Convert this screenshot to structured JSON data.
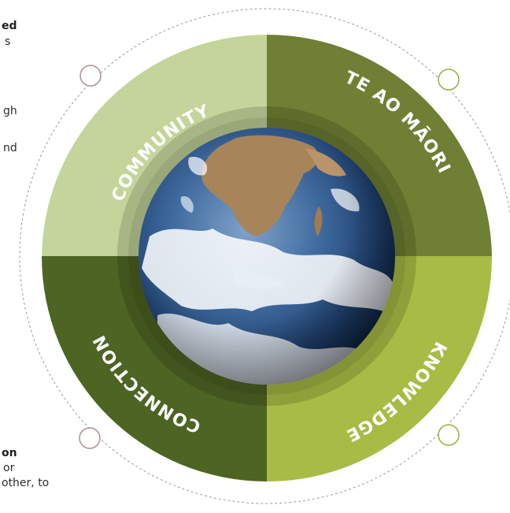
{
  "left_text_top": [
    {
      "text": "ed",
      "bold": true
    },
    {
      "text": "s",
      "bold": false
    },
    {
      "text": "",
      "bold": false
    },
    {
      "text": "",
      "bold": false
    },
    {
      "text": "gh",
      "bold": false
    },
    {
      "text": "",
      "bold": false
    },
    {
      "text": "nd",
      "bold": false
    }
  ],
  "left_text_bottom": [
    {
      "text": "on",
      "bold": true
    },
    {
      "text": "or",
      "bold": false
    },
    {
      "text": "other, to",
      "bold": false
    }
  ],
  "quadrants": [
    {
      "id": "community",
      "label": "COMMUNITY",
      "color": "#c4d49a"
    },
    {
      "id": "te-ao-maori",
      "label": "TE AO MĀORI",
      "color": "#6f7f34"
    },
    {
      "id": "knowledge",
      "label": "KNOWLEDGE",
      "color": "#a7bb45"
    },
    {
      "id": "connection",
      "label": "CONNECTION",
      "color": "#4e6423"
    }
  ],
  "node_colors": {
    "left": "#a8928d",
    "right": "#93b03b",
    "orbit": "#9a9a9a"
  },
  "center_image": "earth-globe"
}
